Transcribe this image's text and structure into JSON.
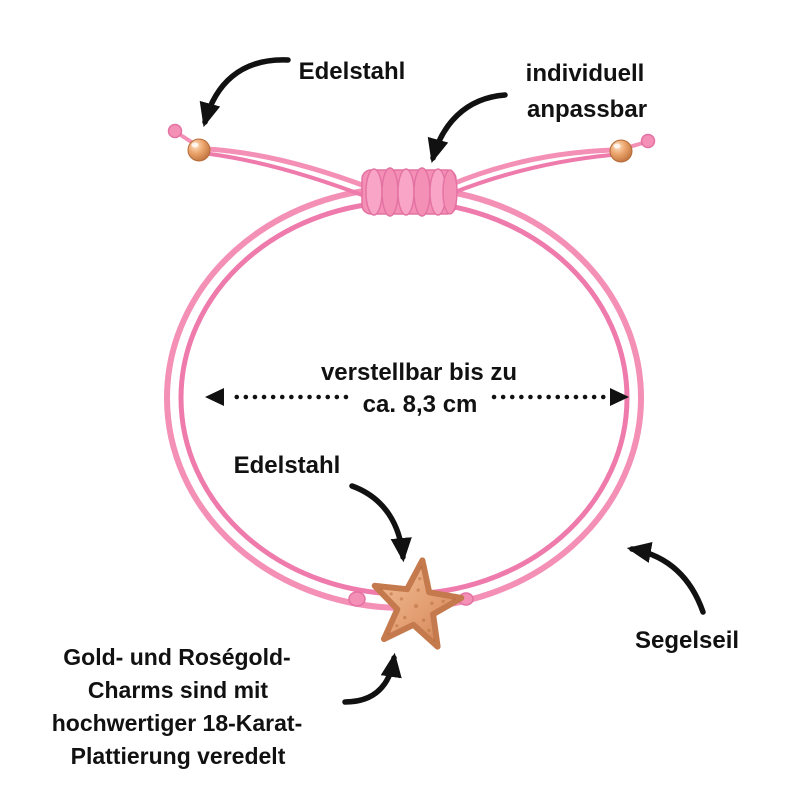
{
  "title": "Bracelet product annotation",
  "colors": {
    "background": "#ffffff",
    "cord_pink": "#f48fb6",
    "cord_pink_dark": "#ee7bab",
    "rose_gold": "#dd9467",
    "rose_gold_light": "#f6d2b0",
    "text_and_arrows": "#111111"
  },
  "labels": {
    "bead_material": "Edelstahl",
    "knot_line1": "individuell",
    "knot_line2": "anpassbar",
    "adjust_line1": "verstellbar bis zu",
    "adjust_line2": "ca. 8,3 cm",
    "charm_material": "Edelstahl",
    "plating_line1": "Gold- und Roségold-",
    "plating_line2": "Charms sind mit",
    "plating_line3": "hochwertiger 18-Karat-",
    "plating_line4": "Plattierung veredelt",
    "rope_type": "Segelseil"
  },
  "icons": {
    "starfish_charm": "starfish-charm-icon",
    "bead_left": "bead-icon",
    "bead_right": "bead-icon",
    "macrame_knot": "macrame-knot-icon",
    "width_indicator": "double-dotted-arrow-icon"
  }
}
